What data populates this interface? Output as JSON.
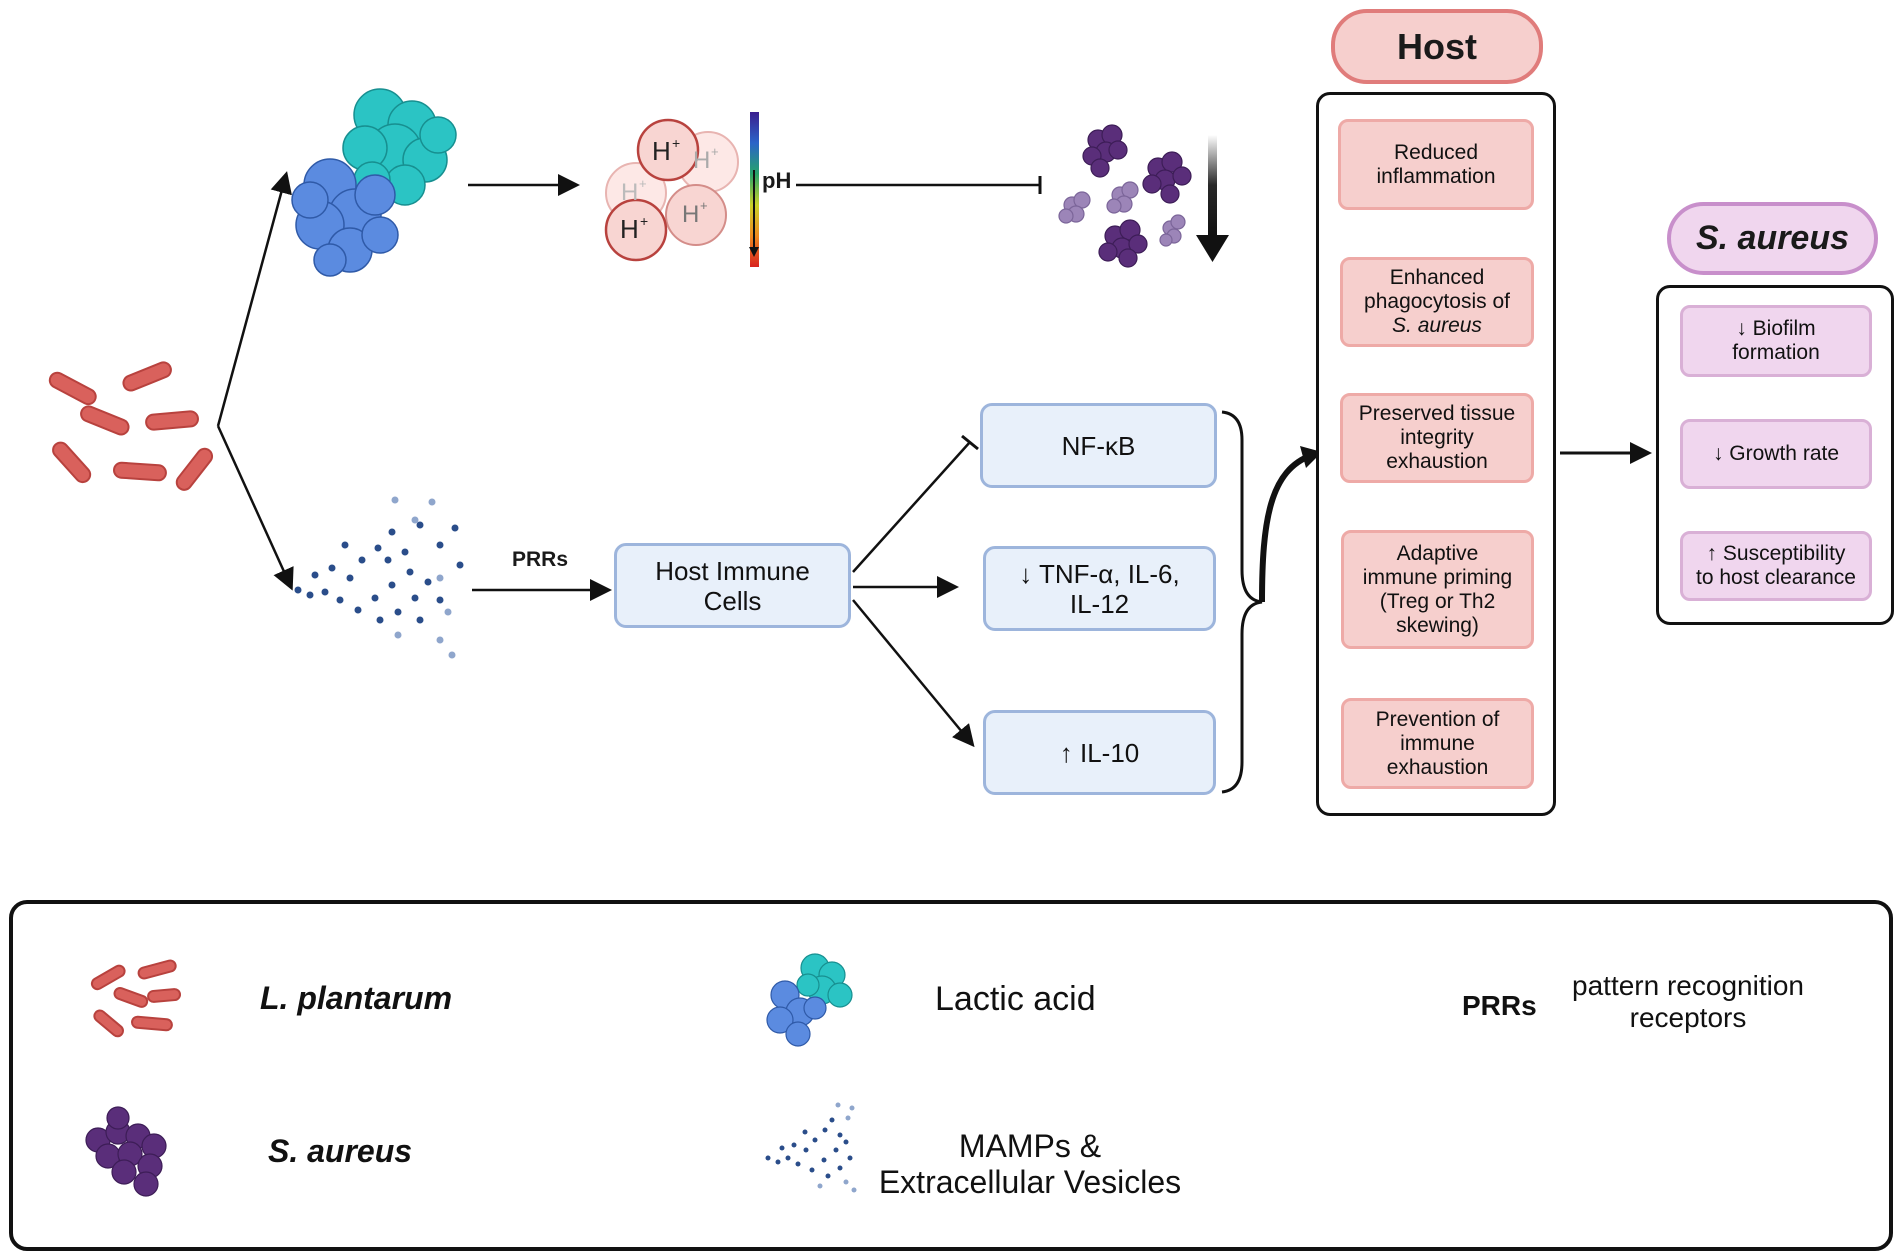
{
  "top_path": {
    "ph_label": "pH"
  },
  "bottom_path": {
    "prrs_label": "PRRs",
    "immune_cells": "Host Immune\nCells",
    "nfkb": "NF-κB",
    "tnf": "↓ TNF-α, IL-6,\nIL-12",
    "il10": "↑ IL-10"
  },
  "host": {
    "title": "Host",
    "items": [
      {
        "line1": "Reduced",
        "line2": "inflammation"
      },
      {
        "line1": "Enhanced",
        "line2": "phagocytosis of",
        "line3": "S. aureus"
      },
      {
        "line1": "Preserved tissue",
        "line2": "integrity",
        "line3": "exhaustion"
      },
      {
        "line1": "Adaptive",
        "line2": "immune priming",
        "line3": "(Treg or Th2",
        "line4": "skewing)"
      },
      {
        "line1": "Prevention of",
        "line2": "immune",
        "line3": "exhaustion"
      }
    ]
  },
  "saureus": {
    "title": "S. aureus",
    "items": [
      "↓ Biofilm\nformation",
      "↓ Growth rate",
      "↑ Susceptibility\nto host clearance"
    ]
  },
  "legend": {
    "lplantarum": "L. plantarum",
    "saureus": "S. aureus",
    "lactic": "Lactic acid",
    "mamps": "MAMPs &\nExtracellular Vesicles",
    "prrs_abbr": "PRRs",
    "prrs_def": "pattern recognition\nreceptors"
  },
  "colors": {
    "bacteria": "#d9615c",
    "staph": "#5a2e7a",
    "protein_blue": "#5b8be0",
    "protein_cyan": "#2bc4c4",
    "vesicle": "#2a4d8a",
    "host_pink": "#f6cfcd",
    "saureus_lilac": "#f0d6ee",
    "immune_blue": "#e8f0fa"
  },
  "icons": [
    "bacteria-rods-icon",
    "lactic-acid-protein-icon",
    "proton-cluster-icon",
    "ph-scale-icon",
    "staph-cluster-icon",
    "down-arrow-icon",
    "vesicle-spray-icon"
  ]
}
